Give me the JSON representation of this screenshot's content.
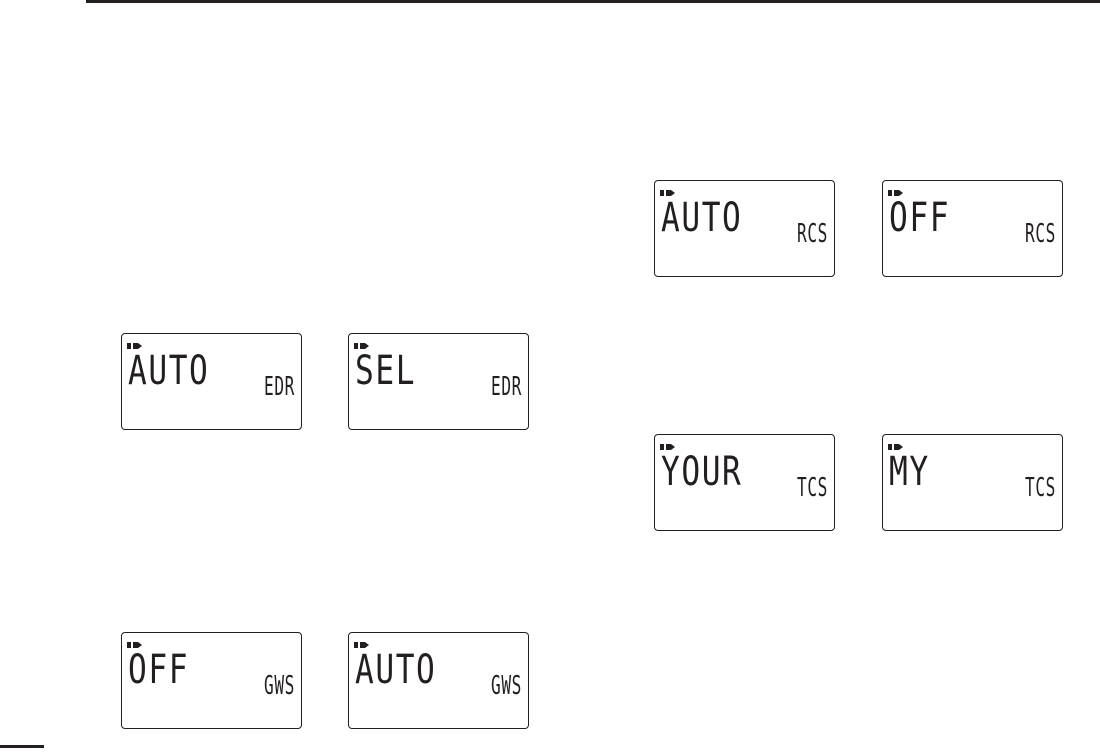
{
  "colors": {
    "ink": "#231f20",
    "paper": "#ffffff"
  },
  "lcd_icon": "dv-mode-icon",
  "displays": [
    {
      "id": "edr-auto",
      "main": "AUTO",
      "sub": "EDR"
    },
    {
      "id": "edr-sel",
      "main": "SEL",
      "sub": "EDR"
    },
    {
      "id": "gws-off",
      "main": "OFF",
      "sub": "GWS"
    },
    {
      "id": "gws-auto",
      "main": "AUTO",
      "sub": "GWS"
    },
    {
      "id": "rcs-auto",
      "main": "AUTO",
      "sub": "RCS"
    },
    {
      "id": "rcs-off",
      "main": "OFF",
      "sub": "RCS"
    },
    {
      "id": "tcs-your",
      "main": "YOUR",
      "sub": "TCS"
    },
    {
      "id": "tcs-my",
      "main": "MY",
      "sub": "TCS"
    }
  ]
}
